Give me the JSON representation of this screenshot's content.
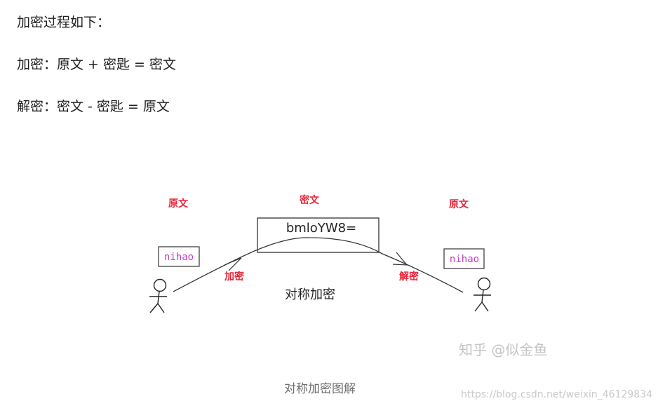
{
  "text": {
    "heading": "加密过程如下：",
    "encrypt_formula": "加密：原文 + 密匙 = 密文",
    "decrypt_formula": "解密：密文 - 密匙 = 原文"
  },
  "diagram": {
    "label_plain_left": "原文",
    "label_cipher": "密文",
    "label_plain_right": "原文",
    "cipher_text": "bmloYW8=",
    "plain_left": "nihao",
    "plain_right": "nihao",
    "encrypt_label": "加密",
    "decrypt_label": "解密",
    "center_label": "对称加密",
    "colors": {
      "red_label": "#e8253a",
      "plain_text": "#c040c0",
      "stroke": "#333333"
    }
  },
  "caption": "对称加密图解",
  "watermark": "知乎 @似金鱼",
  "source_url": "https://blog.csdn.net/weixin_46129834"
}
